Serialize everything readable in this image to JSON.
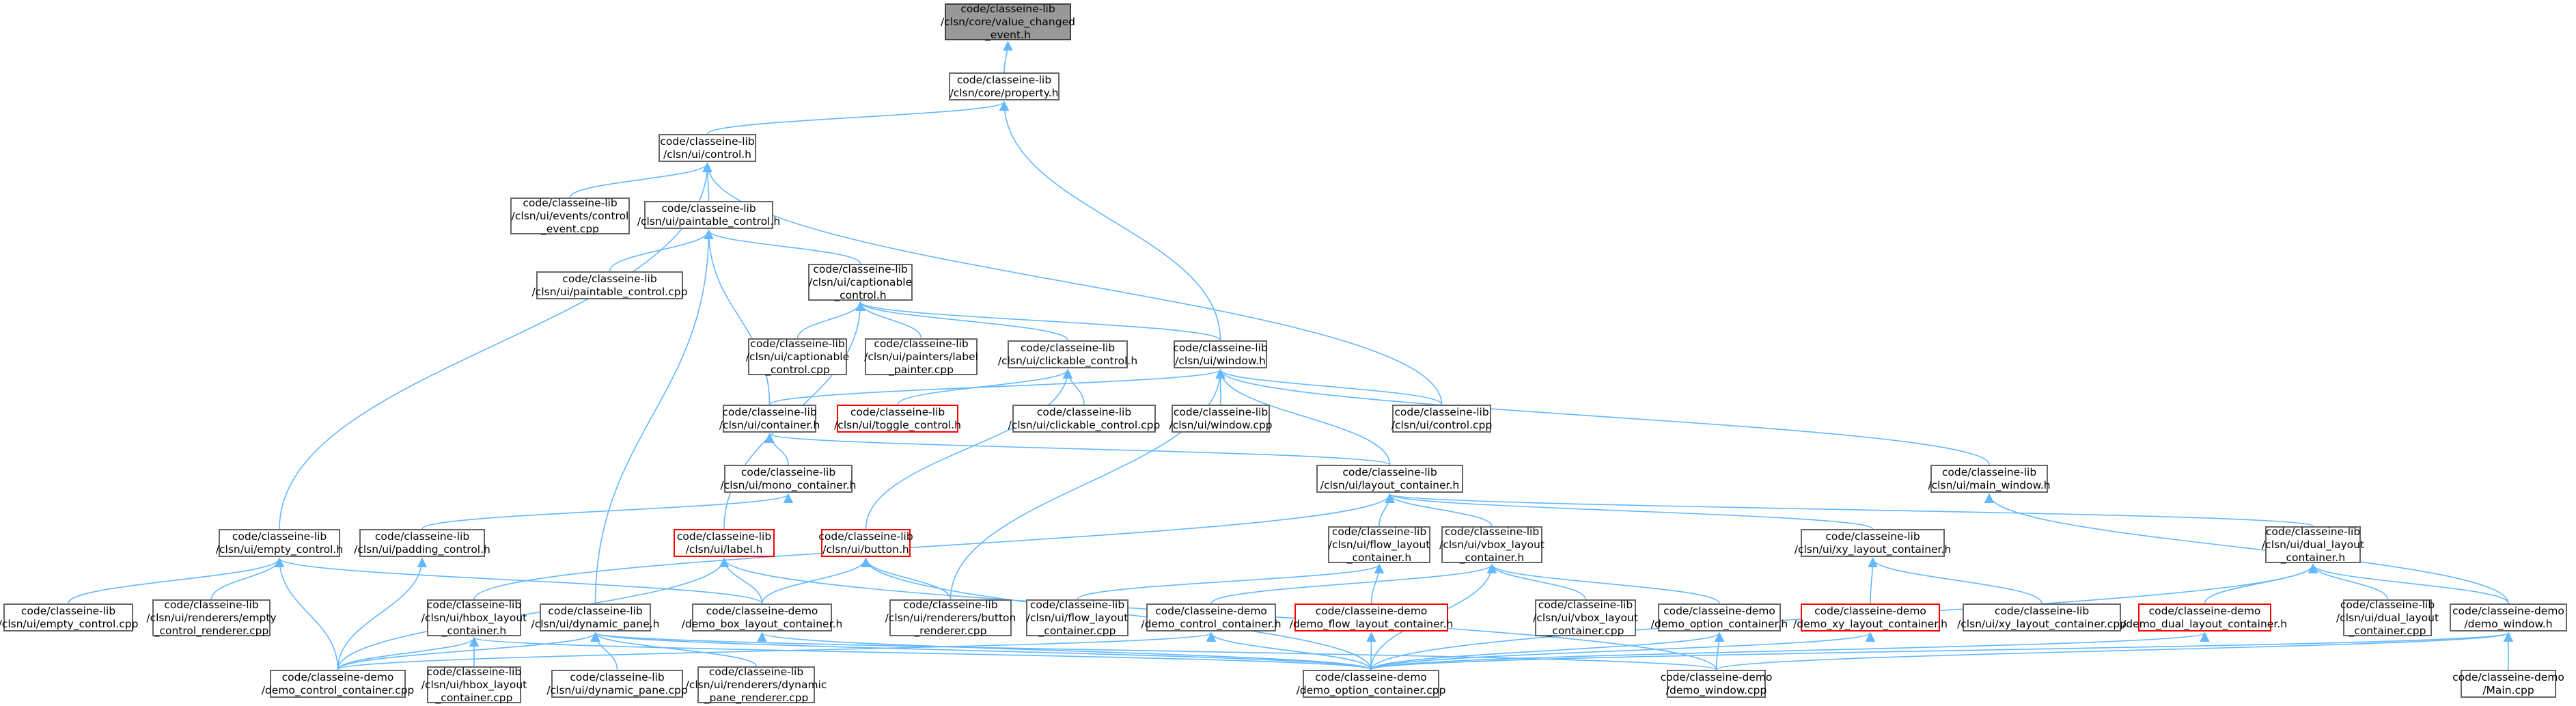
{
  "colors": {
    "edge": "#63b8ff",
    "node_border": "#666666",
    "root_fill": "#999999",
    "root_border": "#404040",
    "truncated_border": "#ff0000"
  },
  "nodes": [
    {
      "id": "n1",
      "label": "code/classeine-lib\n/clsn/core/value_changed\n_event.h",
      "style": "root"
    },
    {
      "id": "n2",
      "label": "code/classeine-lib\n/clsn/core/property.h",
      "style": "normal"
    },
    {
      "id": "n3",
      "label": "code/classeine-lib\n/clsn/ui/control.h",
      "style": "normal"
    },
    {
      "id": "n4",
      "label": "code/classeine-lib\n/clsn/ui/events/control\n_event.cpp",
      "style": "normal"
    },
    {
      "id": "n5",
      "label": "code/classeine-lib\n/clsn/ui/paintable_control.h",
      "style": "normal"
    },
    {
      "id": "n6",
      "label": "code/classeine-lib\n/clsn/ui/paintable_control.cpp",
      "style": "normal"
    },
    {
      "id": "n7",
      "label": "code/classeine-lib\n/clsn/ui/captionable\n_control.h",
      "style": "normal"
    },
    {
      "id": "n8",
      "label": "code/classeine-lib\n/clsn/ui/captionable\n_control.cpp",
      "style": "normal"
    },
    {
      "id": "n9",
      "label": "code/classeine-lib\n/clsn/ui/painters/label\n_painter.cpp",
      "style": "normal"
    },
    {
      "id": "n10",
      "label": "code/classeine-lib\n/clsn/ui/clickable_control.h",
      "style": "normal"
    },
    {
      "id": "n11",
      "label": "code/classeine-lib\n/clsn/ui/window.h",
      "style": "normal"
    },
    {
      "id": "n12",
      "label": "code/classeine-lib\n/clsn/ui/container.h",
      "style": "normal"
    },
    {
      "id": "n13",
      "label": "code/classeine-lib\n/clsn/ui/toggle_control.h",
      "style": "red"
    },
    {
      "id": "n14",
      "label": "code/classeine-lib\n/clsn/ui/clickable_control.cpp",
      "style": "normal"
    },
    {
      "id": "n15",
      "label": "code/classeine-lib\n/clsn/ui/window.cpp",
      "style": "normal"
    },
    {
      "id": "n16",
      "label": "code/classeine-lib\n/clsn/ui/control.cpp",
      "style": "normal"
    },
    {
      "id": "n17",
      "label": "code/classeine-lib\n/clsn/ui/mono_container.h",
      "style": "normal"
    },
    {
      "id": "n18",
      "label": "code/classeine-lib\n/clsn/ui/layout_container.h",
      "style": "normal"
    },
    {
      "id": "n19",
      "label": "code/classeine-lib\n/clsn/ui/main_window.h",
      "style": "normal"
    },
    {
      "id": "n20",
      "label": "code/classeine-lib\n/clsn/ui/empty_control.h",
      "style": "normal"
    },
    {
      "id": "n21",
      "label": "code/classeine-lib\n/clsn/ui/padding_control.h",
      "style": "normal"
    },
    {
      "id": "n22",
      "label": "code/classeine-lib\n/clsn/ui/label.h",
      "style": "red"
    },
    {
      "id": "n23",
      "label": "code/classeine-lib\n/clsn/ui/button.h",
      "style": "red"
    },
    {
      "id": "n24",
      "label": "code/classeine-lib\n/clsn/ui/flow_layout\n_container.h",
      "style": "normal"
    },
    {
      "id": "n25",
      "label": "code/classeine-lib\n/clsn/ui/vbox_layout\n_container.h",
      "style": "normal"
    },
    {
      "id": "n26",
      "label": "code/classeine-lib\n/clsn/ui/xy_layout_container.h",
      "style": "normal"
    },
    {
      "id": "n27",
      "label": "code/classeine-lib\n/clsn/ui/dual_layout\n_container.h",
      "style": "normal"
    },
    {
      "id": "n28",
      "label": "code/classeine-lib\n/clsn/ui/empty_control.cpp",
      "style": "normal"
    },
    {
      "id": "n29",
      "label": "code/classeine-lib\n/clsn/ui/renderers/empty\n_control_renderer.cpp",
      "style": "normal"
    },
    {
      "id": "n30",
      "label": "code/classeine-lib\n/clsn/ui/hbox_layout\n_container.h",
      "style": "normal"
    },
    {
      "id": "n31",
      "label": "code/classeine-lib\n/clsn/ui/dynamic_pane.h",
      "style": "normal"
    },
    {
      "id": "n32",
      "label": "code/classeine-demo\n/demo_box_layout_container.h",
      "style": "normal"
    },
    {
      "id": "n33",
      "label": "code/classeine-lib\n/clsn/ui/renderers/button\n_renderer.cpp",
      "style": "normal"
    },
    {
      "id": "n34",
      "label": "code/classeine-lib\n/clsn/ui/flow_layout\n_container.cpp",
      "style": "normal"
    },
    {
      "id": "n35",
      "label": "code/classeine-demo\n/demo_control_container.h",
      "style": "normal"
    },
    {
      "id": "n36",
      "label": "code/classeine-demo\n/demo_flow_layout_container.h",
      "style": "red"
    },
    {
      "id": "n37",
      "label": "code/classeine-lib\n/clsn/ui/vbox_layout\n_container.cpp",
      "style": "normal"
    },
    {
      "id": "n38",
      "label": "code/classeine-demo\n/demo_option_container.h",
      "style": "normal"
    },
    {
      "id": "n39",
      "label": "code/classeine-demo\n/demo_xy_layout_container.h",
      "style": "red"
    },
    {
      "id": "n40",
      "label": "code/classeine-lib\n/clsn/ui/xy_layout_container.cpp",
      "style": "normal"
    },
    {
      "id": "n41",
      "label": "code/classeine-demo\n/demo_dual_layout_container.h",
      "style": "red"
    },
    {
      "id": "n42",
      "label": "code/classeine-lib\n/clsn/ui/dual_layout\n_container.cpp",
      "style": "normal"
    },
    {
      "id": "n43",
      "label": "code/classeine-demo\n/demo_window.h",
      "style": "normal"
    },
    {
      "id": "n44",
      "label": "code/classeine-demo\n/demo_control_container.cpp",
      "style": "normal"
    },
    {
      "id": "n45",
      "label": "code/classeine-lib\n/clsn/ui/hbox_layout\n_container.cpp",
      "style": "normal"
    },
    {
      "id": "n46",
      "label": "code/classeine-lib\n/clsn/ui/dynamic_pane.cpp",
      "style": "normal"
    },
    {
      "id": "n47",
      "label": "code/classeine-lib\n/clsn/ui/renderers/dynamic\n_pane_renderer.cpp",
      "style": "normal"
    },
    {
      "id": "n48",
      "label": "code/classeine-demo\n/demo_option_container.cpp",
      "style": "normal"
    },
    {
      "id": "n49",
      "label": "code/classeine-demo\n/demo_window.cpp",
      "style": "normal"
    },
    {
      "id": "n50",
      "label": "code/classeine-demo\n/Main.cpp",
      "style": "normal"
    }
  ],
  "edges": [
    [
      "n2",
      "n1"
    ],
    [
      "n3",
      "n2"
    ],
    [
      "n11",
      "n2"
    ],
    [
      "n4",
      "n3"
    ],
    [
      "n5",
      "n3"
    ],
    [
      "n20",
      "n3"
    ],
    [
      "n16",
      "n3"
    ],
    [
      "n6",
      "n5"
    ],
    [
      "n7",
      "n5"
    ],
    [
      "n12",
      "n5"
    ],
    [
      "n31",
      "n5"
    ],
    [
      "n8",
      "n7"
    ],
    [
      "n9",
      "n7"
    ],
    [
      "n10",
      "n7"
    ],
    [
      "n11",
      "n7"
    ],
    [
      "n22",
      "n7"
    ],
    [
      "n13",
      "n10"
    ],
    [
      "n14",
      "n10"
    ],
    [
      "n23",
      "n10"
    ],
    [
      "n12",
      "n11"
    ],
    [
      "n15",
      "n11"
    ],
    [
      "n16",
      "n11"
    ],
    [
      "n18",
      "n11"
    ],
    [
      "n19",
      "n11"
    ],
    [
      "n33",
      "n11"
    ],
    [
      "n17",
      "n12"
    ],
    [
      "n18",
      "n12"
    ],
    [
      "n21",
      "n17"
    ],
    [
      "n24",
      "n18"
    ],
    [
      "n25",
      "n18"
    ],
    [
      "n26",
      "n18"
    ],
    [
      "n27",
      "n18"
    ],
    [
      "n30",
      "n18"
    ],
    [
      "n43",
      "n19"
    ],
    [
      "n28",
      "n20"
    ],
    [
      "n29",
      "n20"
    ],
    [
      "n32",
      "n20"
    ],
    [
      "n44",
      "n20"
    ],
    [
      "n44",
      "n21"
    ],
    [
      "n32",
      "n22"
    ],
    [
      "n44",
      "n22"
    ],
    [
      "n49",
      "n22"
    ],
    [
      "n32",
      "n23"
    ],
    [
      "n33",
      "n23"
    ],
    [
      "n48",
      "n23"
    ],
    [
      "n34",
      "n24"
    ],
    [
      "n36",
      "n24"
    ],
    [
      "n35",
      "n25"
    ],
    [
      "n37",
      "n25"
    ],
    [
      "n38",
      "n25"
    ],
    [
      "n48",
      "n25"
    ],
    [
      "n39",
      "n26"
    ],
    [
      "n40",
      "n26"
    ],
    [
      "n41",
      "n27"
    ],
    [
      "n42",
      "n27"
    ],
    [
      "n43",
      "n27"
    ],
    [
      "n48",
      "n27"
    ],
    [
      "n44",
      "n30"
    ],
    [
      "n45",
      "n30"
    ],
    [
      "n48",
      "n30"
    ],
    [
      "n44",
      "n31"
    ],
    [
      "n46",
      "n31"
    ],
    [
      "n47",
      "n31"
    ],
    [
      "n48",
      "n31"
    ],
    [
      "n49",
      "n31"
    ],
    [
      "n48",
      "n32"
    ],
    [
      "n44",
      "n35"
    ],
    [
      "n48",
      "n35"
    ],
    [
      "n48",
      "n36"
    ],
    [
      "n48",
      "n38"
    ],
    [
      "n49",
      "n38"
    ],
    [
      "n48",
      "n39"
    ],
    [
      "n48",
      "n41"
    ],
    [
      "n48",
      "n43"
    ],
    [
      "n49",
      "n43"
    ],
    [
      "n50",
      "n43"
    ]
  ]
}
